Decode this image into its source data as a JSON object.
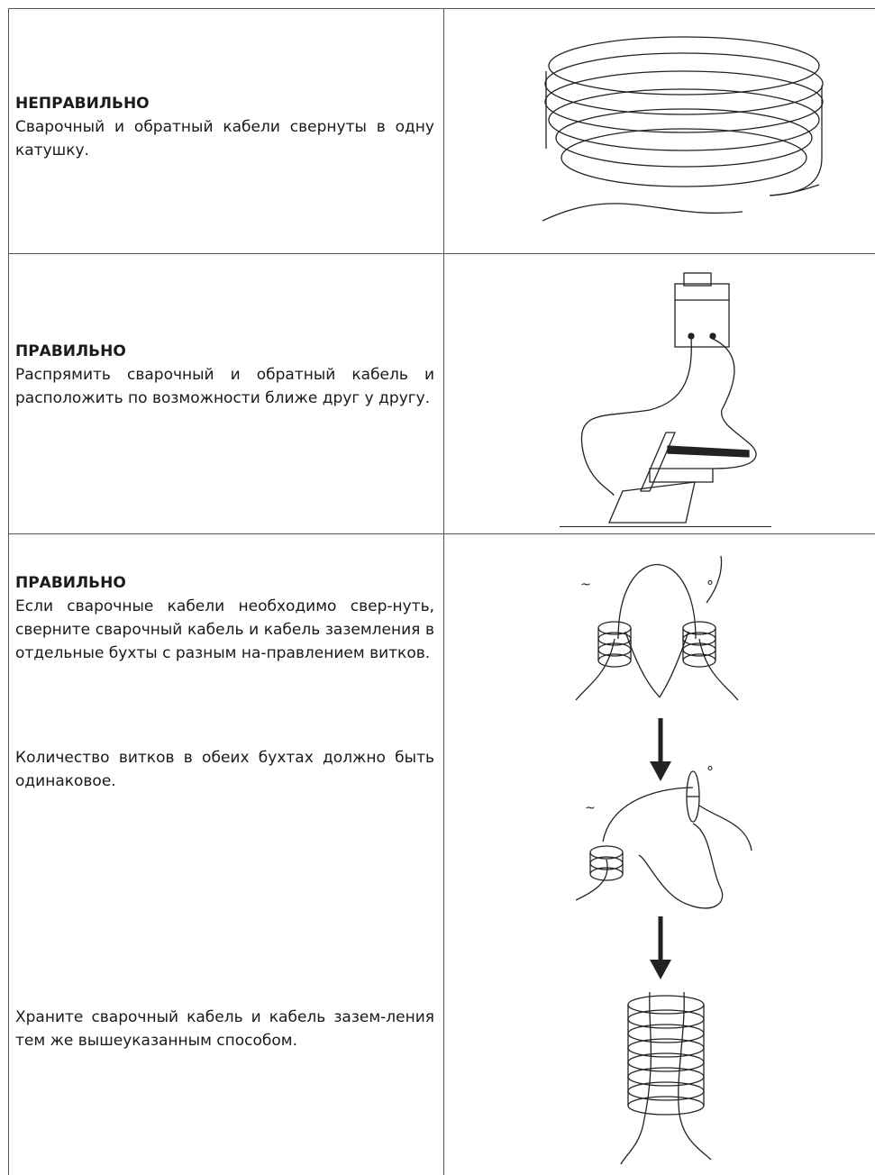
{
  "rows": [
    {
      "heading": "НЕПРАВИЛЬНО",
      "text": "Сварочный и обратный кабели свернуты в одну катушку."
    },
    {
      "heading": "ПРАВИЛЬНО",
      "text": "Распрямить сварочный и обратный кабель и расположить по возможности ближе друг у другу."
    },
    {
      "heading": "ПРАВИЛЬНО",
      "text": "Если сварочные кабели необходимо свер-нуть, сверните сварочный кабель и кабель заземления в отдельные бухты с разным на-правлением витков.",
      "text2": "Количество витков в обеих бухтах должно быть одинаковое.",
      "text3": "Храните сварочный кабель и кабель зазем-ления тем же вышеуказанным способом.",
      "symbol_tilde": "~",
      "symbol_circle": "°"
    }
  ]
}
